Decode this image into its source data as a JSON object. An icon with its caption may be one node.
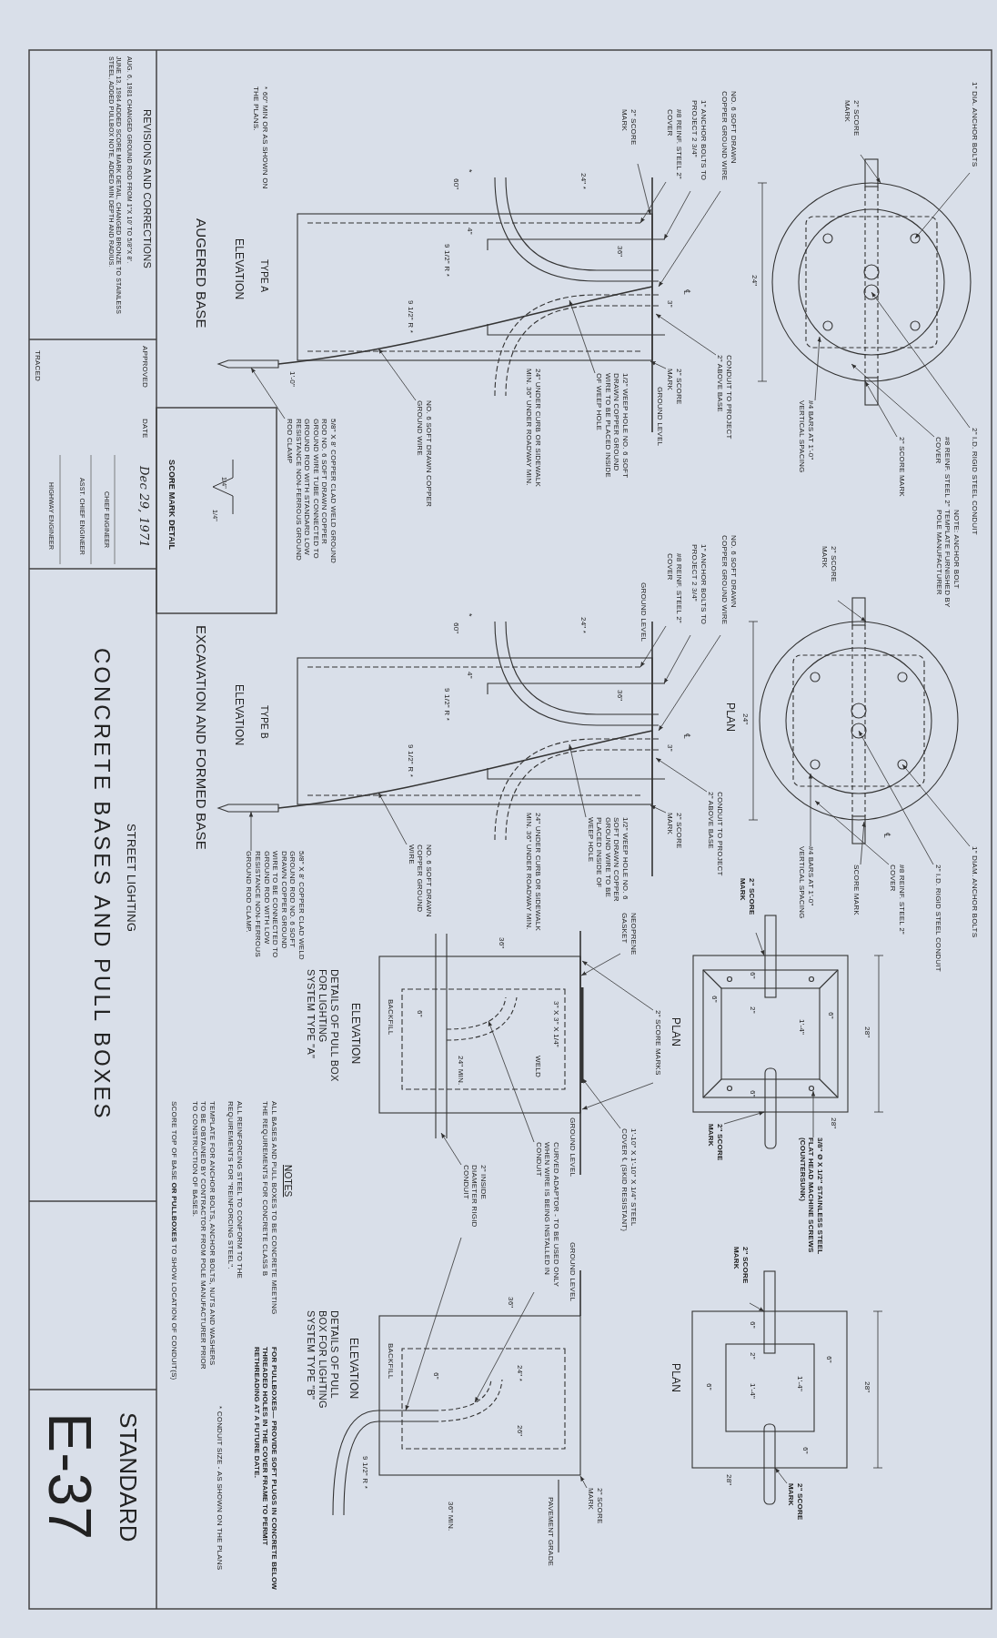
{
  "diagram": {
    "title": "CONCRETE BASES AND PULL BOXES",
    "nodes": [
      {
        "text": [
          "1\" DIA. ANCHOR BOLTS"
        ]
      },
      {
        "text": [
          "2\" SCORE MARK"
        ]
      },
      {
        "text": [
          "2\" I.D. RIGID STEEL CONDUIT"
        ]
      },
      {
        "text": [
          "2\" SCORE MARK"
        ]
      },
      {
        "text": [
          "#8 REINF. STEEL 2\" COVER"
        ]
      },
      {
        "text": [
          "#4 BARS AT 1'-0\" VERTICAL SPACING"
        ]
      },
      {
        "text": [
          "2\" SCORE MARK"
        ]
      },
      {
        "text": [
          "1\" DIAM. ANCHOR BOLTS"
        ]
      },
      {
        "text": [
          "2\" I.D. RIGID STEEL CONDUIT"
        ]
      },
      {
        "text": [
          "#8 REINF. STEEL 2\" COVER"
        ]
      },
      {
        "text": [
          "SCORE MARK"
        ]
      },
      {
        "text": [
          "#4 BARS AT 1'-0\" VERTICAL SPACING"
        ]
      },
      {
        "text": [
          "NO. 6 SOFT DRAWN COPPER GROUND WIRE"
        ]
      },
      {
        "text": [
          "1\" ANCHOR BOLTS TO PROJECT 2 3/4\""
        ]
      },
      {
        "text": [
          "#8 REINF. STEEL 2\" COVER"
        ]
      },
      {
        "text": [
          "2\" SCORE MARK"
        ]
      },
      {
        "text": [
          "CONDUIT TO PROJECT 2\" ABOVE BASE"
        ]
      },
      {
        "text": [
          "2\" SCORE MARK"
        ]
      },
      {
        "text": [
          "1/2\" WEEP HOLE NO. 6 SOFT DRAWN COPPER GROUND WIRE TO BE PLACED INSIDE OF WEEP HOLE"
        ]
      },
      {
        "text": [
          "NO. 6 SOFT DRAWN COPPER GROUND WIRE"
        ]
      },
      {
        "text": [
          "5/8\" X 8' COPPER CLAD WELD GROUND ROD NO. 6 SOFT DRAWN COPPER GROUND WIRE TUBE CONNECTED TO GROUND ROD WITH STANDARD LOW RESISTANCE NON-FERROUS GROUND ROD CLAMP"
        ]
      },
      {
        "text": [
          "NO. 6 SOFT DRAWN COPPER GROUND WIRE"
        ]
      },
      {
        "text": [
          "1\" ANCHOR BOLTS TO PROJECT 2 3/4\""
        ]
      },
      {
        "text": [
          "#8 REINF. STEEL 2\" COVER"
        ]
      },
      {
        "text": [
          "CONDUIT TO PROJECT 2\" ABOVE BASE"
        ]
      },
      {
        "text": [
          "2\" SCORE MARK"
        ]
      },
      {
        "text": [
          "1/2\" WEEP HOLE NO. 6 SOFT DRAWN COPPER GROUND WIRE TO BE PLACED INSIDE OF WEEP HOLE"
        ]
      },
      {
        "text": [
          "NO. 6 SOFT DRAWN COPPER GROUND WIRE"
        ]
      },
      {
        "text": [
          "5/8\" X 8' COPPER CLAD WELD GROUND ROD NO. 6 SOFT DRAWN COPPER GROUND WIRE TO BE CONNECTED TO GROUND ROD WITH LOW RESISTANCE NON-FERROUS GROUND ROD CLAMP."
        ]
      },
      {
        "text": [
          "2\" SCORE MARK"
        ]
      },
      {
        "text": [
          "2\" SCORE MARK"
        ]
      },
      {
        "text": [
          "3/8\" Ø X 1/2\" STAINLESS STEEL FLAT HEAD MACHINE SCREWS (COUNTERSUNK)"
        ]
      },
      {
        "text": [
          "2\" SCORE MARKS"
        ]
      },
      {
        "text": [
          "NEOPRENE GASKET"
        ]
      },
      {
        "text": [
          "1'-10\" X 1'-10\" X 1/4\" STEEL COVER ℄ (SKID RESISTANT)"
        ]
      },
      {
        "text": [
          "CURVED ADAPTOR - TO BE USED ONLY WHEN WIRE IS BEING INSTALLED IN CONDUIT"
        ]
      },
      {
        "text": [
          "2\" INSIDE DIAMETER RIGID CONDUIT"
        ]
      },
      {
        "text": [
          "2\" SCORE MARK"
        ]
      },
      {
        "text": [
          "2\" SCORE MARK"
        ]
      },
      {
        "text": [
          "2\" SCORE MARK"
        ]
      },
      {
        "text": [],
        "shape": "picture"
      },
      {
        "text": [],
        "shape": "picture"
      },
      {
        "text": [],
        "shape": "picture"
      },
      {
        "text": [],
        "shape": "picture"
      },
      {
        "text": [],
        "shape": "picture"
      },
      {
        "text": [],
        "shape": "picture"
      },
      {
        "text": [],
        "shape": "picture"
      },
      {
        "text": [],
        "shape": "picture"
      }
    ],
    "edges": [
      {
        "from": 0,
        "to": 40,
        "arrow": "to"
      },
      {
        "from": 1,
        "to": 40,
        "arrow": "to"
      },
      {
        "from": 2,
        "to": 40,
        "arrow": "to"
      },
      {
        "from": 3,
        "to": 40,
        "arrow": "to"
      },
      {
        "from": 4,
        "to": 40,
        "arrow": "to"
      },
      {
        "from": 5,
        "to": 40,
        "arrow": "to"
      },
      {
        "from": 6,
        "to": 41,
        "arrow": "to"
      },
      {
        "from": 7,
        "to": 41,
        "arrow": "to"
      },
      {
        "from": 8,
        "to": 41,
        "arrow": "to"
      },
      {
        "from": 9,
        "to": 41,
        "arrow": "to"
      },
      {
        "from": 10,
        "to": 41,
        "arrow": "to"
      },
      {
        "from": 11,
        "to": 41,
        "arrow": "to"
      },
      {
        "from": 12,
        "to": 42,
        "arrow": "to"
      },
      {
        "from": 13,
        "to": 42,
        "arrow": "to"
      },
      {
        "from": 14,
        "to": 42,
        "arrow": "to"
      },
      {
        "from": 15,
        "to": 42,
        "arrow": "to"
      },
      {
        "from": 16,
        "to": 42,
        "arrow": "to"
      },
      {
        "from": 17,
        "to": 42,
        "arrow": "to"
      },
      {
        "from": 18,
        "to": 42,
        "arrow": "to"
      },
      {
        "from": 19,
        "to": 42,
        "arrow": "to"
      },
      {
        "from": 20,
        "to": 42,
        "arrow": "to"
      },
      {
        "from": 21,
        "to": 43,
        "arrow": "to"
      },
      {
        "from": 22,
        "to": 43,
        "arrow": "to"
      },
      {
        "from": 23,
        "to": 43,
        "arrow": "to"
      },
      {
        "from": 24,
        "to": 43,
        "arrow": "to"
      },
      {
        "from": 25,
        "to": 43,
        "arrow": "to"
      },
      {
        "from": 26,
        "to": 43,
        "arrow": "to"
      },
      {
        "from": 27,
        "to": 43,
        "arrow": "to"
      },
      {
        "from": 28,
        "to": 43,
        "arrow": "to"
      },
      {
        "from": 29,
        "to": 44,
        "arrow": "to"
      },
      {
        "from": 30,
        "to": 44,
        "arrow": "to"
      },
      {
        "from": 31,
        "to": 44,
        "arrow": "to"
      },
      {
        "from": 32,
        "to": 46,
        "arrow": "to"
      },
      {
        "from": 32,
        "to": 46,
        "arrow": "to"
      },
      {
        "from": 33,
        "to": 46,
        "arrow": "to"
      },
      {
        "from": 34,
        "to": 46,
        "arrow": "to"
      },
      {
        "from": 35,
        "to": 46,
        "arrow": "to"
      },
      {
        "from": 35,
        "to": 47,
        "arrow": "to"
      },
      {
        "from": 36,
        "to": 46,
        "arrow": "to"
      },
      {
        "from": 36,
        "to": 47,
        "arrow": "to"
      },
      {
        "from": 37,
        "to": 45,
        "arrow": "to"
      },
      {
        "from": 38,
        "to": 45,
        "arrow": "to"
      },
      {
        "from": 39,
        "to": 47,
        "arrow": "to"
      }
    ],
    "labels": [
      "24\"",
      "NOTE: ANCHOR BOLT TEMPLATE FURNISHED BY POLE MANUFACTURER",
      "℄",
      "24\"",
      "PLAN",
      "℄",
      "3\"",
      "GROUND LEVEL",
      "24\" *",
      "36\"",
      "9 1/2\" R *",
      "24\" UNDER CURB OR SIDEWALK MIN. 36\" UNDER ROADWAY MIN.",
      "9 1/2\" R *",
      "*",
      "60\"",
      "4\"",
      "1'-0\"",
      "TYPE A",
      "ELEVATION",
      "AUGERED BASE",
      "* 60\" MIN OR AS SHOWN ON THE PLANS.",
      "1/4\"",
      "1/4\"",
      "SCORE MARK DETAIL",
      "GROUND LEVEL",
      "℄",
      "3\"",
      "24\" *",
      "36\"",
      "9 1/2\" R *",
      "*",
      "60\"",
      "4\"",
      "9 1/2\" R *",
      "24\" UNDER CURB OR SIDEWALK MIN. 36\" UNDER ROADWAY MIN.",
      "TYPE B",
      "ELEVATION",
      "EXCAVATION AND FORMED BASE",
      "28\"",
      "6\"",
      "1'-4\"",
      "6\"",
      "2\"",
      "6\"",
      "6\"",
      "28\"",
      "PLAN",
      "3\" X 3\" X 1/4\"",
      "WELD",
      "36\"",
      "24\" MIN.",
      "6\"",
      "BACKFILL",
      "GROUND LEVEL",
      "ELEVATION",
      "DETAILS OF PULL BOX FOR LIGHTING SYSTEM TYPE \"A\"",
      "28\"",
      "6\"",
      "1'-4\"",
      "6\"",
      "6\"",
      "2\"",
      "1'-4\"",
      "6\"",
      "28\"",
      "PLAN",
      "GROUND LEVEL",
      "PAVEMENT GRADE",
      "36\"",
      "24\" *",
      "26\"",
      "6\"",
      "BACKFILL",
      "36\" MIN.",
      "9 1/2\" R *",
      "ELEVATION",
      "DETAILS OF PULL BOX FOR LIGHTING SYSTEM TYPE \"B\"",
      "NOTES",
      "ALL BASES AND PULL BOXES TO BE CONCRETE MEETING THE REQUIREMENTS FOR CONCRETE CLASS B",
      "ALL REINFORCING STEEL TO CONFORM TO THE REQUIREMENTS FOR \"REINFORCING STEEL\".",
      "TEMPLATE FOR ANCHOR BOLTS, ANCHOR BOLTS, NUTS AND WASHERS TO BE OBTAINED BY CONTRACTOR FROM POLE MANUFACTURER PRIOR TO CONSTRUCTION OF BASES.",
      "SCORE TOP OF BASE **OR PULLBOXES** TO SHOW LOCATION OF CONDUIT(S)",
      "FOR PULLBOXES— PROVIDE SOFT PLUGS IN CONCRETE BELOW THREADED HOLES IN THE COVER FRAME TO PERMIT RETHREADING AT A FUTURE DATE.",
      "* CONDUIT SIZE - AS SHOWN ON THE PLANS",
      "REVISIONS AND CORRECTIONS",
      "AUG. 6, 1981 CHANGED GROUND ROD FROM 1\"X 10' TO 5/8\"X 8'.",
      "JUNE 13, 1984 ADDED SCORE MARK DETAIL, CHANGED BRONZE TO STAINLESS STEEL, ADDED PULLBOX NOTE, ADDED MIN DEPTH AND RADIUS.",
      "APPROVED",
      "DATE",
      "Dec 29, 1971",
      "CHIEF ENGINEER",
      "ASST. CHIEF ENGINEER",
      "HIGHWAY ENGINEER",
      "TRACED",
      "STREET LIGHTING",
      "STANDARD",
      "E-37"
    ]
  }
}
